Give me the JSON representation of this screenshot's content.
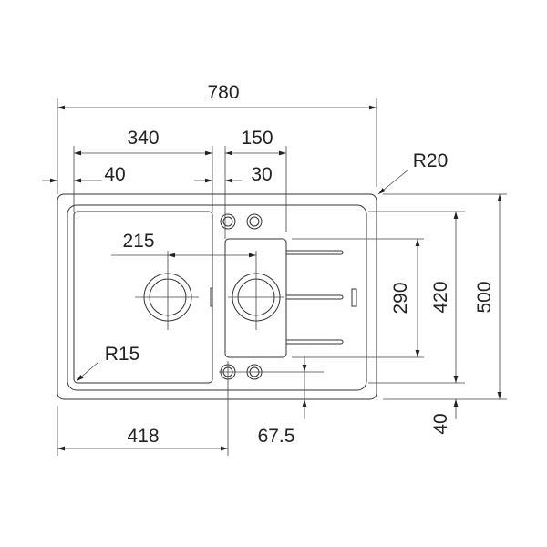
{
  "title": "Sink dimension drawing",
  "dimensions": {
    "overall_width": "780",
    "bowl_width": "340",
    "small_bowl_width": "150",
    "left_offset": "40",
    "bowl_gap": "30",
    "corner_radius_outer": "R20",
    "corner_radius_bowl": "R15",
    "drain_spacing": "215",
    "small_bowl_height": "290",
    "bowl_height": "420",
    "overall_height": "500",
    "bottom_offset": "40",
    "left_to_tap": "418",
    "tap_offset": "67.5"
  }
}
